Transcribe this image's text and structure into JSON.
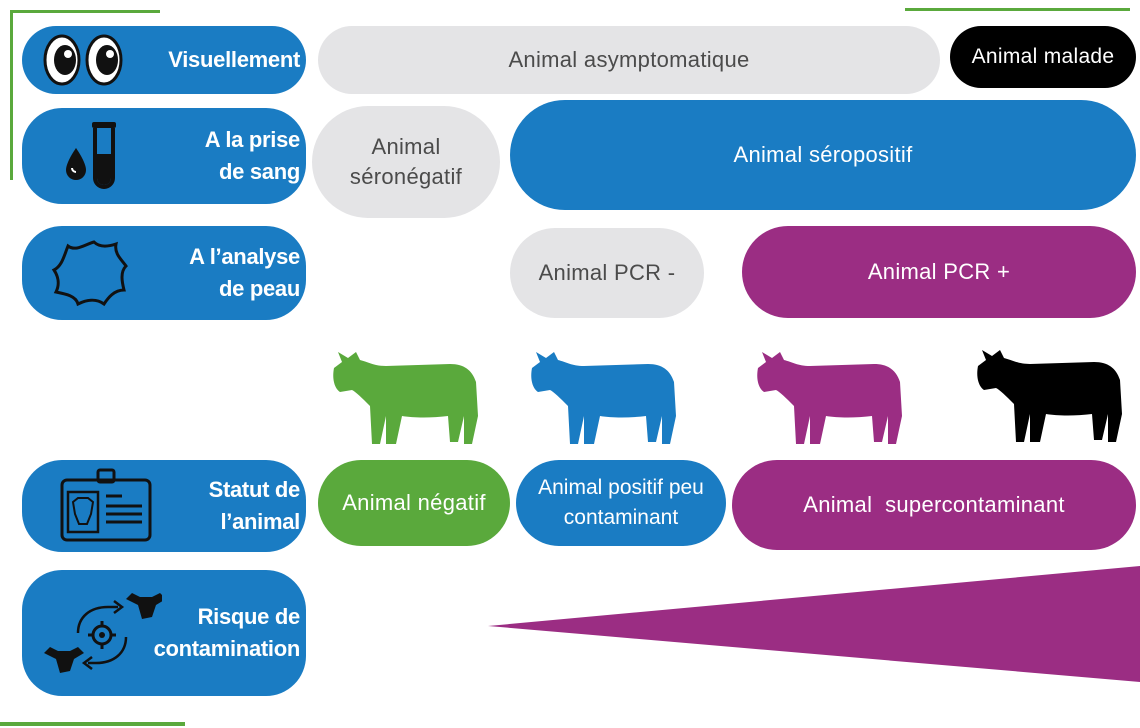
{
  "colors": {
    "blue": "#1a7cc3",
    "purple": "#9b2d83",
    "green": "#5aa93c",
    "grey": "#e4e4e6",
    "black": "#000000"
  },
  "rows": {
    "visually": {
      "label": "Visuellement",
      "icon": "eyes-icon"
    },
    "blood": {
      "label": "A la prise\nde sang",
      "icon": "blood-test-tube-icon"
    },
    "skin": {
      "label": "A l’analyse\nde peau",
      "icon": "skin-hide-icon"
    },
    "status": {
      "label": "Statut de\nl’animal",
      "icon": "animal-id-card-icon"
    },
    "risk": {
      "label": "Risque de\ncontamination",
      "icon": "contamination-cycle-icon"
    }
  },
  "visually": {
    "asymptomatic": "Animal asymptomatique",
    "sick": "Animal malade"
  },
  "blood": {
    "seronegative": "Animal\nséronégatif",
    "seropositive": "Animal séropositif"
  },
  "skin": {
    "pcr_negative": "Animal PCR -",
    "pcr_positive": "Animal PCR +"
  },
  "cows": [
    "green-cow-icon",
    "blue-cow-icon",
    "purple-cow-icon",
    "black-cow-icon"
  ],
  "status": {
    "negative": "Animal négatif",
    "low_positive": "Animal positif peu\ncontaminant",
    "super": "Animal  supercontaminant"
  }
}
